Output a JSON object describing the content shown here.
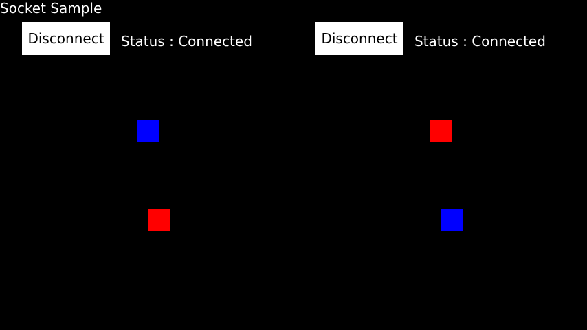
{
  "app": {
    "title": "Socket Sample"
  },
  "panels": [
    {
      "disconnect_label": "Disconnect",
      "status_label": "Status",
      "status_separator": " : ",
      "status_value": "Connected",
      "squares": [
        {
          "name": "top-square",
          "color": "#0000ff"
        },
        {
          "name": "bottom-square",
          "color": "#ff0000"
        }
      ]
    },
    {
      "disconnect_label": "Disconnect",
      "status_label": "Status",
      "status_separator": " : ",
      "status_value": "Connected",
      "squares": [
        {
          "name": "top-square",
          "color": "#ff0000"
        },
        {
          "name": "bottom-square",
          "color": "#0000ff"
        }
      ]
    }
  ]
}
